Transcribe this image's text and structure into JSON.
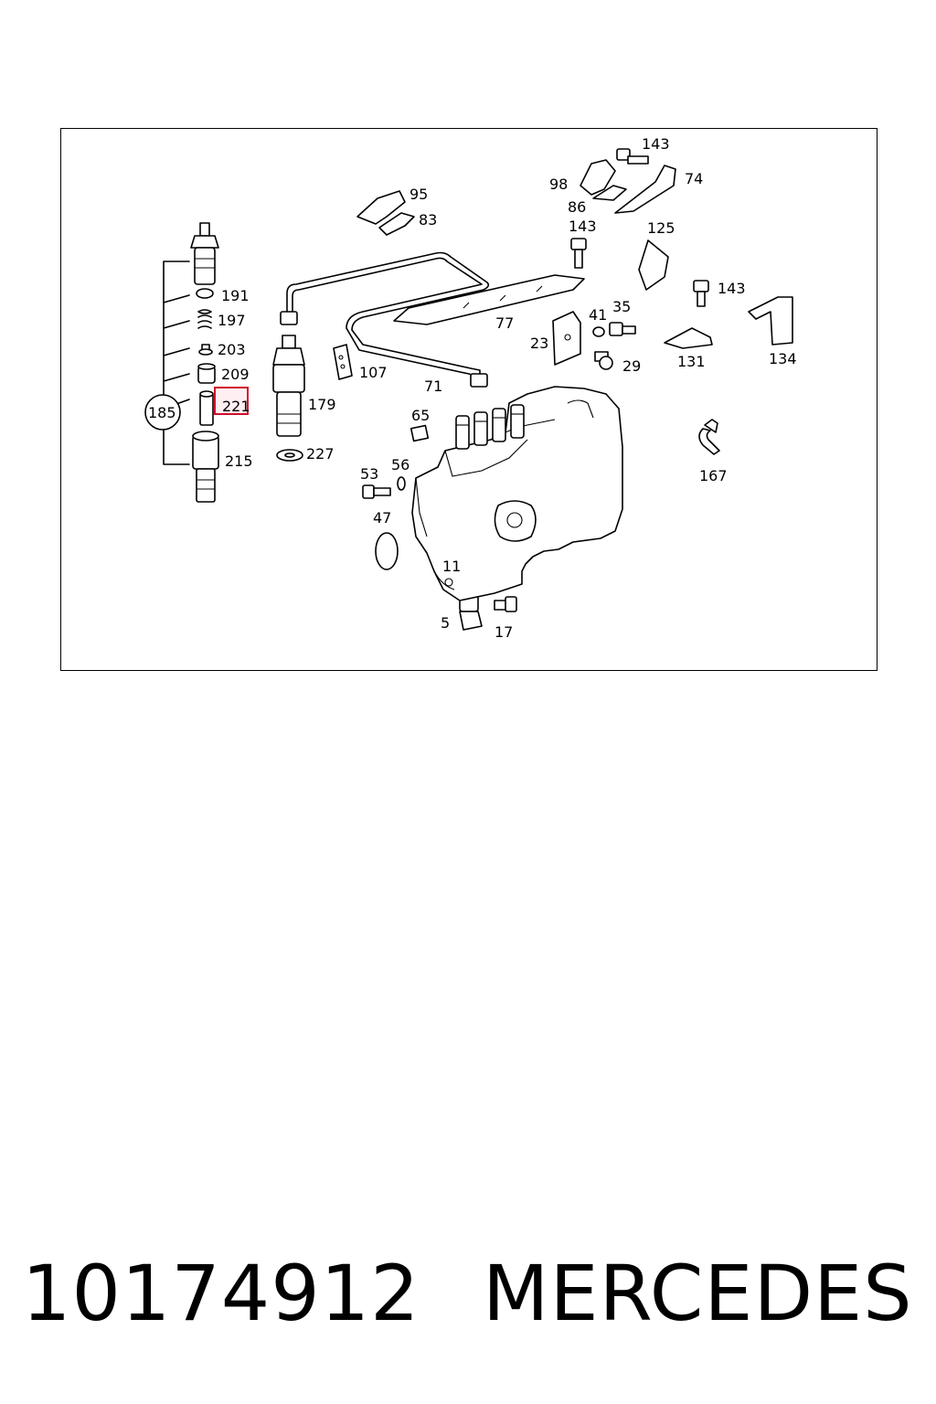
{
  "diagram": {
    "highlight_color": "#d0102a",
    "highlighted_label": "221",
    "labels": {
      "l143a": "143",
      "l98": "98",
      "l74": "74",
      "l86": "86",
      "l95": "95",
      "l83": "83",
      "l143b": "143",
      "l125": "125",
      "l191": "191",
      "l197": "197",
      "l203": "203",
      "l209": "209",
      "l221": "221",
      "l185": "185",
      "l215": "215",
      "l107": "107",
      "l179": "179",
      "l227": "227",
      "l71": "71",
      "l77": "77",
      "l41": "41",
      "l35": "35",
      "l23": "23",
      "l29": "29",
      "l143c": "143",
      "l131": "131",
      "l134": "134",
      "l65": "65",
      "l53": "53",
      "l56": "56",
      "l47": "47",
      "l11": "11",
      "l5": "5",
      "l17": "17",
      "l167": "167"
    }
  },
  "footer": {
    "part_number": "10174912",
    "brand": "MERCEDES"
  }
}
